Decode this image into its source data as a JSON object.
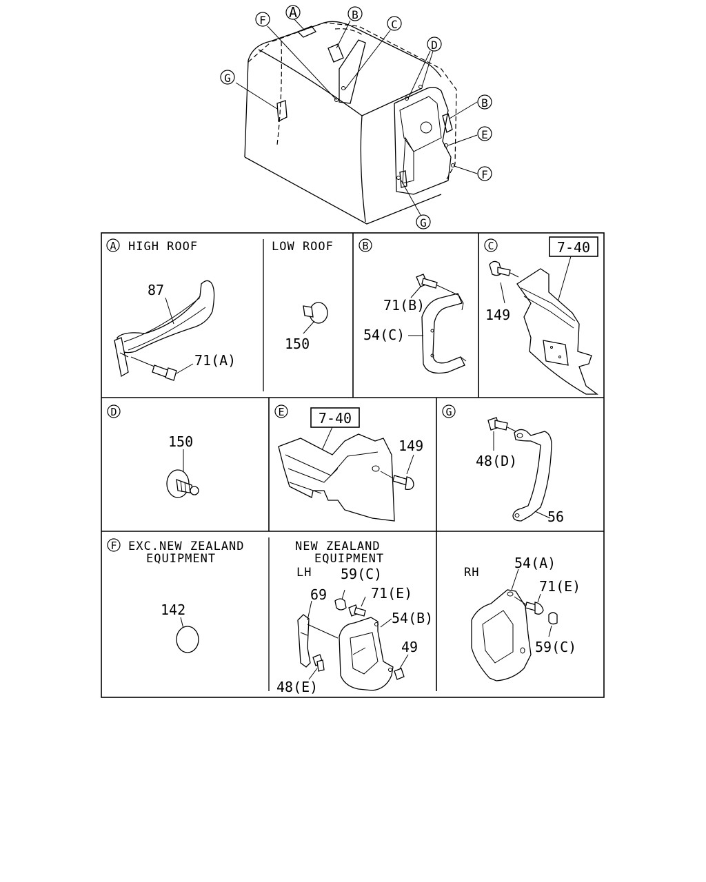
{
  "overview": {
    "callouts": [
      "A",
      "B",
      "C",
      "D",
      "B",
      "E",
      "F",
      "F",
      "G",
      "G"
    ]
  },
  "panels": {
    "A": {
      "letter": "A",
      "title": "HIGH ROOF",
      "subtitle": "LOW ROOF",
      "parts": [
        "87",
        "71(A)",
        "150"
      ]
    },
    "B": {
      "letter": "B",
      "parts": [
        "71(B)",
        "54(C)"
      ]
    },
    "C": {
      "letter": "C",
      "ref": "7-40",
      "parts": [
        "149"
      ]
    },
    "D": {
      "letter": "D",
      "parts": [
        "150"
      ]
    },
    "E": {
      "letter": "E",
      "ref": "7-40",
      "parts": [
        "149"
      ]
    },
    "G": {
      "letter": "G",
      "parts": [
        "48(D)",
        "56"
      ]
    },
    "F": {
      "letter": "F",
      "title_line1": "EXC.NEW ZEALAND",
      "title_line2": "EQUIPMENT",
      "nz_line1": "NEW ZEALAND",
      "nz_line2": "EQUIPMENT",
      "lh": "LH",
      "rh": "RH",
      "exc_parts": [
        "142"
      ],
      "lh_parts": [
        "59(C)",
        "69",
        "71(E)",
        "54(B)",
        "49",
        "48(E)"
      ],
      "rh_parts": [
        "54(A)",
        "71(E)",
        "59(C)"
      ]
    }
  }
}
